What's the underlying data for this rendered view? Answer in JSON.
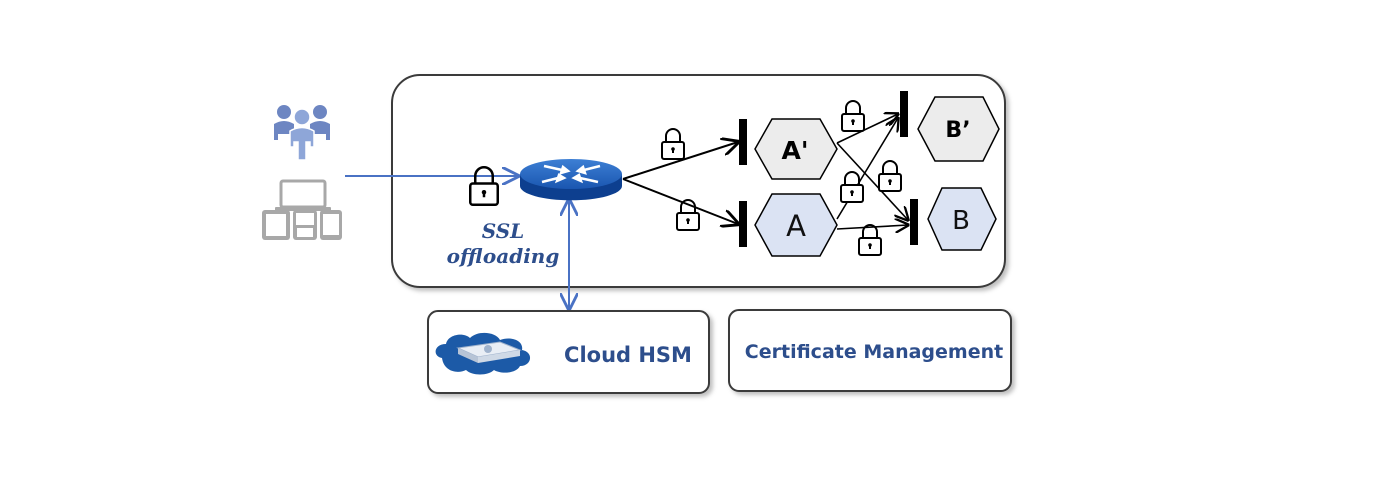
{
  "labels": {
    "ssl_line1": "SSL",
    "ssl_line2": "offloading",
    "cloud_hsm": "Cloud HSM",
    "cert_mgmt": "Certificate Management"
  },
  "nodes": {
    "a_prime": "A'",
    "a": "A",
    "b_prime": "B’",
    "b": "B"
  },
  "colors": {
    "accent_blue": "#2d4e8c",
    "line_blue": "#4a72c4",
    "hex_gray": "#ececec",
    "hex_blue": "#dbe3f3",
    "users_icon": "#6d86c2",
    "devices_icon": "#a8a8a8"
  },
  "icons": [
    "users-icon",
    "devices-icon",
    "router-icon",
    "lock-icon",
    "cloud-hsm-icon"
  ]
}
